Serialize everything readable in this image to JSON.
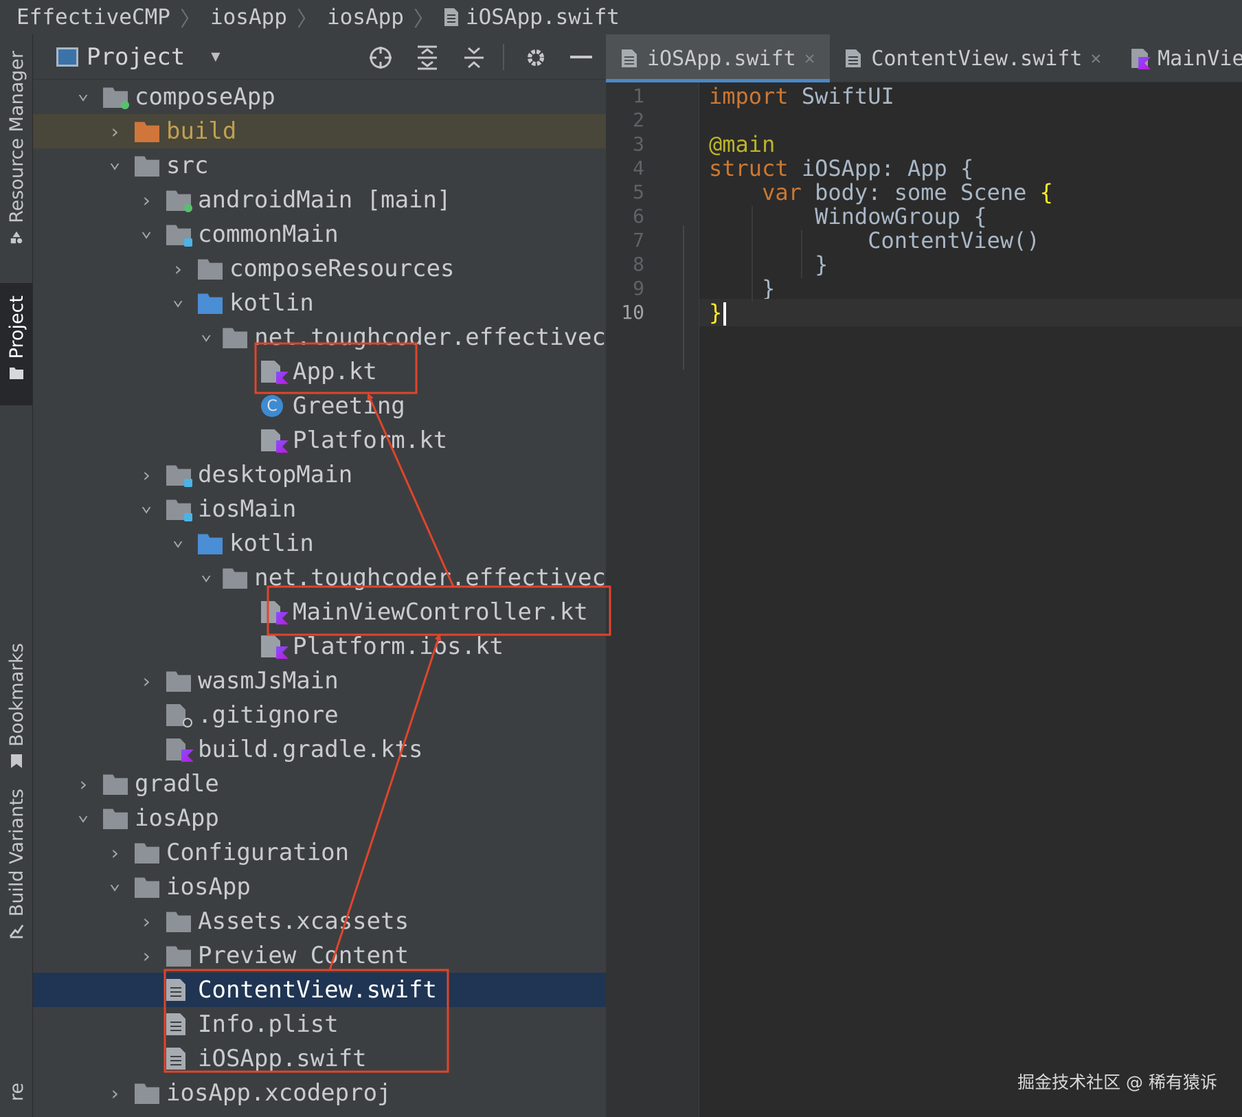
{
  "breadcrumb": [
    "EffectiveCMP",
    "iosApp",
    "iosApp",
    "iOSApp.swift"
  ],
  "tool_strip": {
    "resource_manager": "Resource Manager",
    "project": "Project",
    "bookmarks": "Bookmarks",
    "build_variants": "Build Variants",
    "structure_partial": "re"
  },
  "panel": {
    "title": "Project"
  },
  "tree": [
    {
      "label": "composeApp",
      "depth": 0,
      "expanded": true,
      "icon": "module-folder-icon"
    },
    {
      "label": "build",
      "depth": 1,
      "expanded": false,
      "icon": "excluded-folder-icon"
    },
    {
      "label": "src",
      "depth": 1,
      "expanded": true,
      "icon": "folder-icon"
    },
    {
      "label": "androidMain [main]",
      "depth": 2,
      "expanded": false,
      "icon": "source-set-folder-icon"
    },
    {
      "label": "commonMain",
      "depth": 2,
      "expanded": true,
      "icon": "source-set-folder-icon"
    },
    {
      "label": "composeResources",
      "depth": 3,
      "expanded": false,
      "icon": "folder-icon"
    },
    {
      "label": "kotlin",
      "depth": 3,
      "expanded": true,
      "icon": "source-root-folder-icon"
    },
    {
      "label": "net.toughcoder.effectivec",
      "depth": 4,
      "expanded": true,
      "icon": "package-folder-icon"
    },
    {
      "label": "App.kt",
      "depth": 5,
      "icon": "kotlin-file-icon"
    },
    {
      "label": "Greeting",
      "depth": 5,
      "icon": "kotlin-class-icon"
    },
    {
      "label": "Platform.kt",
      "depth": 5,
      "icon": "kotlin-file-icon"
    },
    {
      "label": "desktopMain",
      "depth": 2,
      "expanded": false,
      "icon": "source-set-folder-icon"
    },
    {
      "label": "iosMain",
      "depth": 2,
      "expanded": true,
      "icon": "source-set-folder-icon"
    },
    {
      "label": "kotlin",
      "depth": 3,
      "expanded": true,
      "icon": "source-root-folder-icon"
    },
    {
      "label": "net.toughcoder.effectivec",
      "depth": 4,
      "expanded": true,
      "icon": "package-folder-icon"
    },
    {
      "label": "MainViewController.kt",
      "depth": 5,
      "icon": "kotlin-file-icon"
    },
    {
      "label": "Platform.ios.kt",
      "depth": 5,
      "icon": "kotlin-file-icon"
    },
    {
      "label": "wasmJsMain",
      "depth": 2,
      "expanded": false,
      "icon": "folder-icon"
    },
    {
      "label": ".gitignore",
      "depth": 2,
      "icon": "gitignore-file-icon"
    },
    {
      "label": "build.gradle.kts",
      "depth": 2,
      "icon": "gradle-file-icon"
    },
    {
      "label": "gradle",
      "depth": 0,
      "expanded": false,
      "icon": "folder-icon"
    },
    {
      "label": "iosApp",
      "depth": 0,
      "expanded": true,
      "icon": "folder-icon"
    },
    {
      "label": "Configuration",
      "depth": 1,
      "expanded": false,
      "icon": "folder-icon"
    },
    {
      "label": "iosApp",
      "depth": 1,
      "expanded": true,
      "icon": "folder-icon"
    },
    {
      "label": "Assets.xcassets",
      "depth": 2,
      "expanded": false,
      "icon": "folder-icon"
    },
    {
      "label": "Preview Content",
      "depth": 2,
      "expanded": false,
      "icon": "folder-icon"
    },
    {
      "label": "ContentView.swift",
      "depth": 2,
      "icon": "swift-file-icon",
      "selected": true
    },
    {
      "label": "Info.plist",
      "depth": 2,
      "icon": "plist-file-icon"
    },
    {
      "label": "iOSApp.swift",
      "depth": 2,
      "icon": "swift-file-icon"
    },
    {
      "label": "iosApp.xcodeproj",
      "depth": 1,
      "expanded": false,
      "icon": "folder-icon"
    }
  ],
  "tabs": [
    {
      "label": "iOSApp.swift",
      "active": true,
      "icon": "swift-file-icon"
    },
    {
      "label": "ContentView.swift",
      "active": false,
      "icon": "swift-file-icon"
    },
    {
      "label": "MainViewCor",
      "active": false,
      "icon": "kotlin-file-icon"
    }
  ],
  "editor": {
    "line_numbers": [
      "1",
      "2",
      "3",
      "4",
      "5",
      "6",
      "7",
      "8",
      "9",
      "10"
    ],
    "current_line": 10
  },
  "code": {
    "l1_kw": "import",
    "l1_rest": " SwiftUI",
    "l3_ann": "@main",
    "l4_kw": "struct",
    "l4_rest": " iOSApp: App {",
    "l5_kw": "var",
    "l5_rest": " body: some Scene ",
    "l5_brace": "{",
    "l6": "WindowGroup {",
    "l7": "ContentView()",
    "l8": "}",
    "l9": "}",
    "l10": "}"
  },
  "watermark": "掘金技术社区 @ 稀有猿诉",
  "colors": {
    "annotation_red": "#e0452b",
    "selection": "#1f3553",
    "accent_tab": "#4a88c7"
  }
}
